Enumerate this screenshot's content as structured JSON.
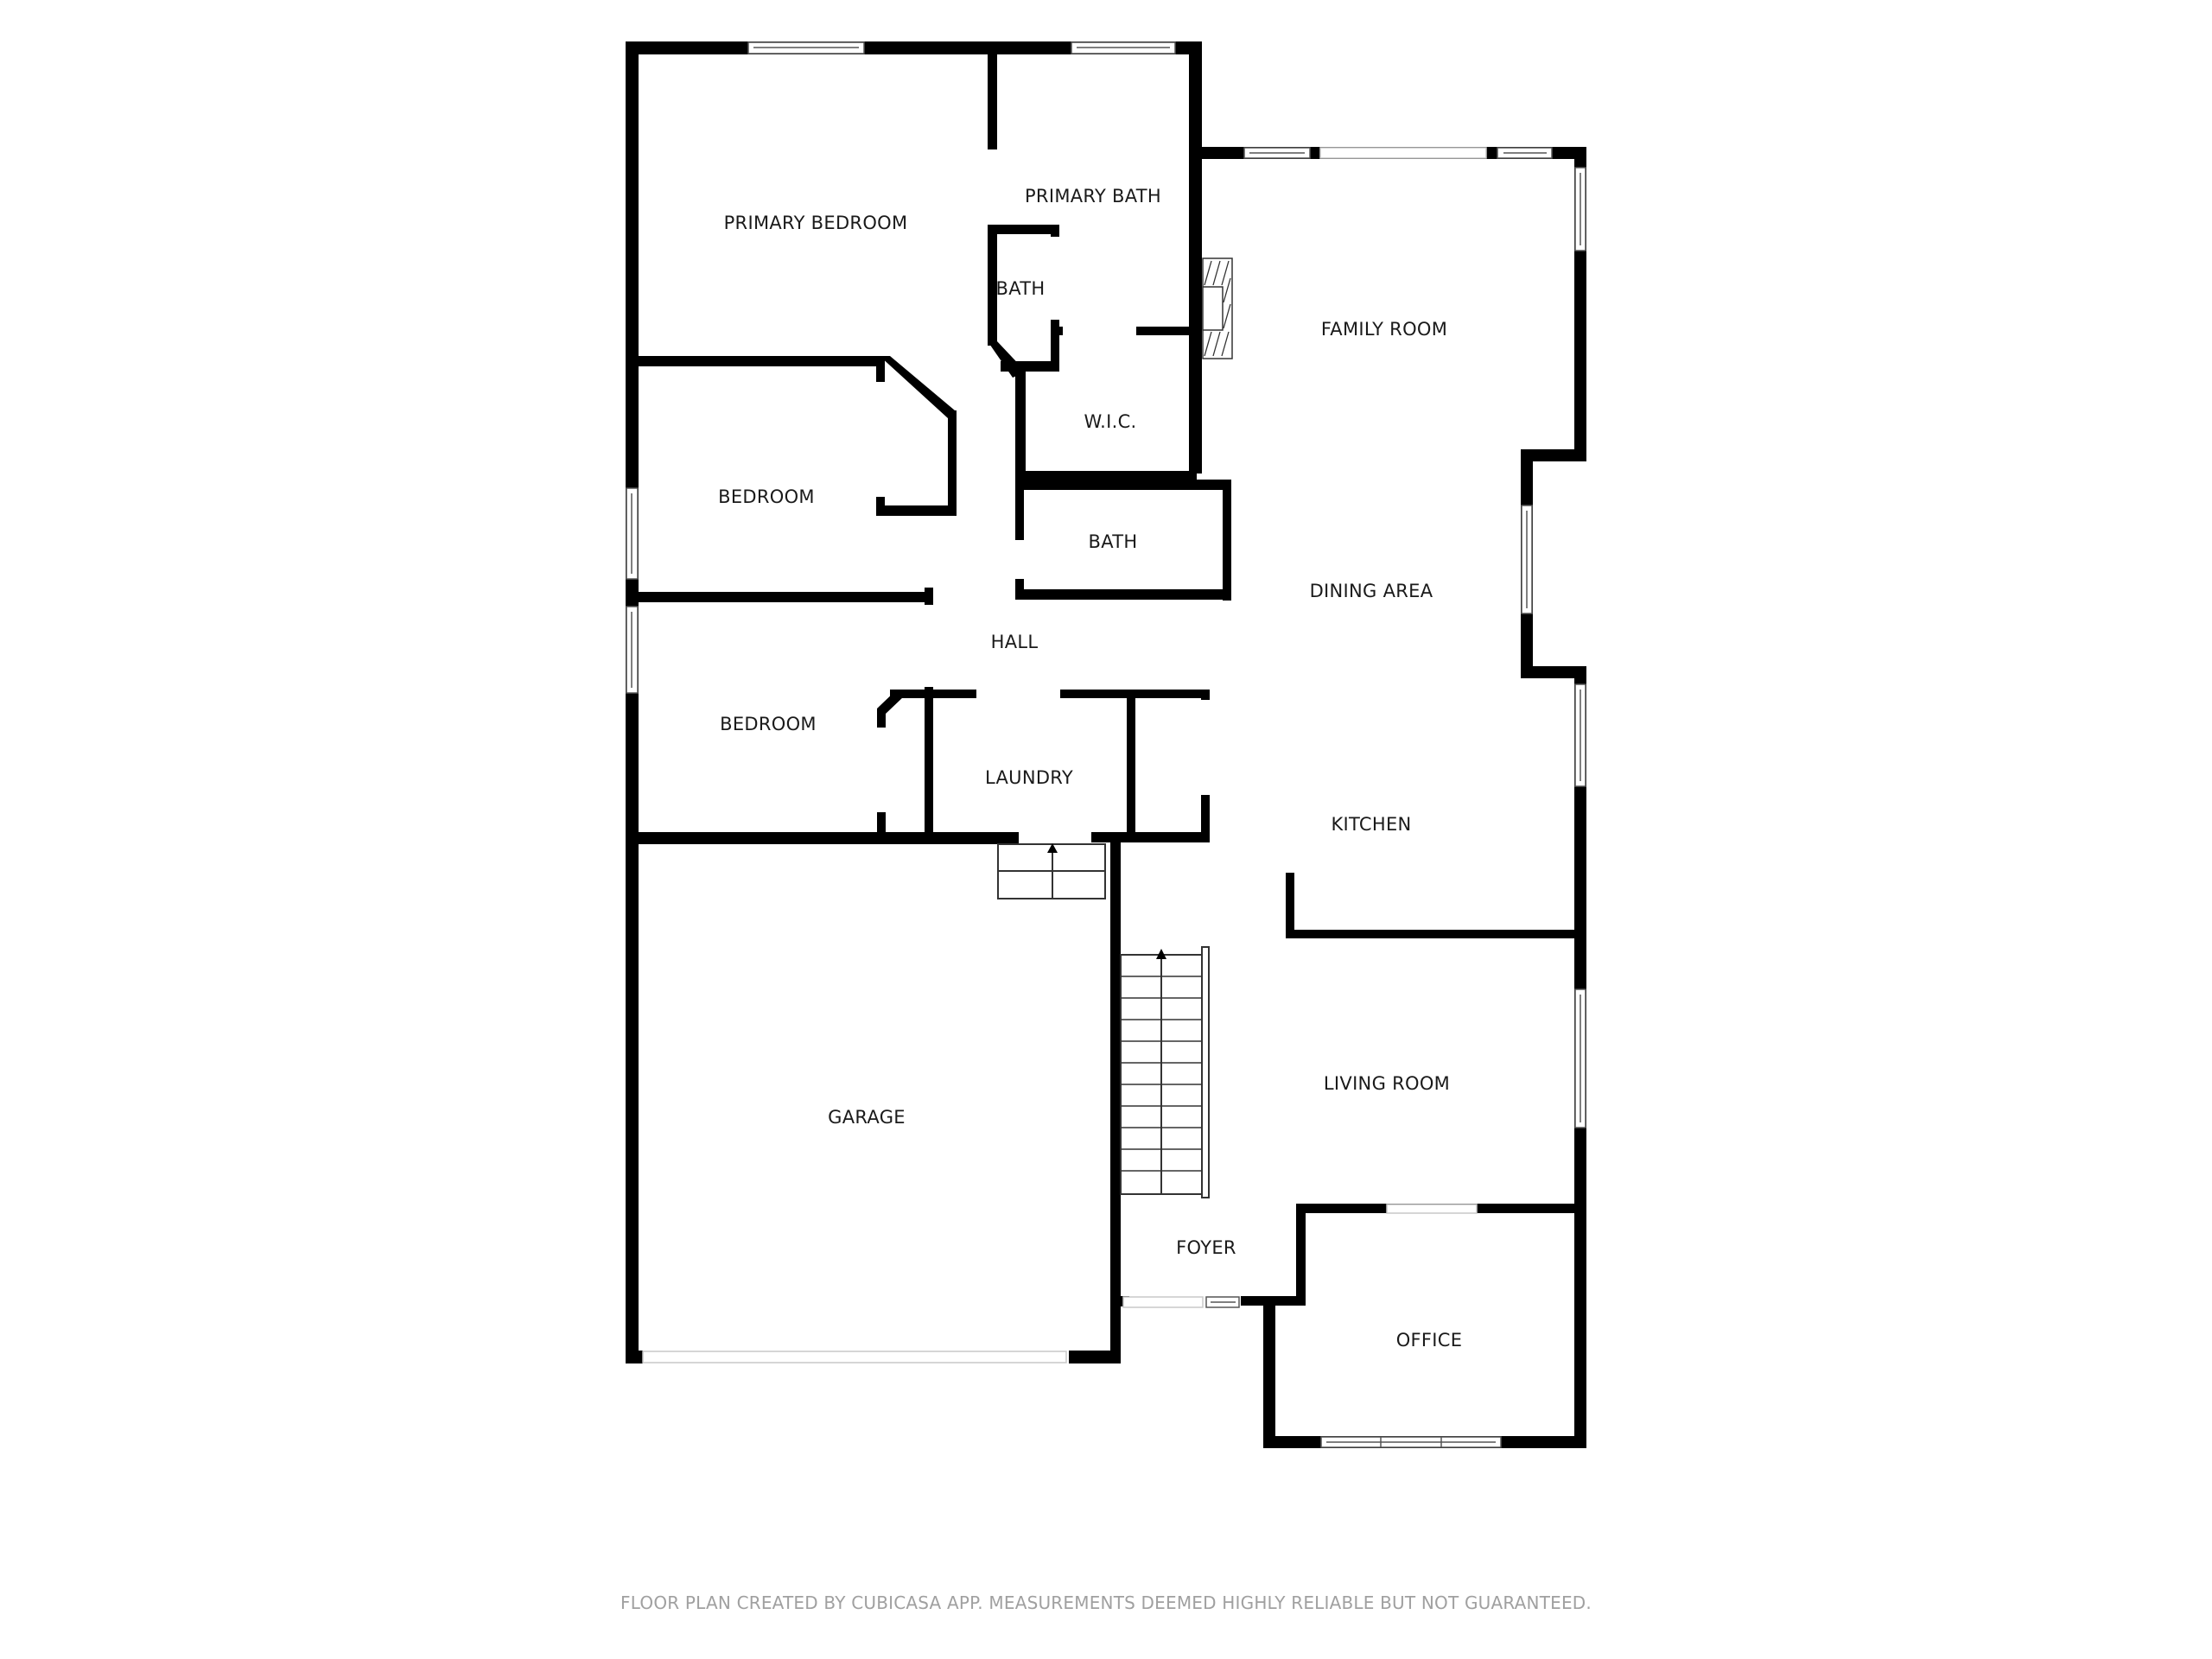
{
  "floor_plan": {
    "rooms": [
      {
        "id": "primary-bedroom",
        "label": "PRIMARY BEDROOM"
      },
      {
        "id": "primary-bath",
        "label": "PRIMARY BATH"
      },
      {
        "id": "bath-ensuite",
        "label": "BATH"
      },
      {
        "id": "wic",
        "label": "W.I.C."
      },
      {
        "id": "family-room",
        "label": "FAMILY ROOM"
      },
      {
        "id": "bedroom-1",
        "label": "BEDROOM"
      },
      {
        "id": "bath-hall",
        "label": "BATH"
      },
      {
        "id": "dining-area",
        "label": "DINING AREA"
      },
      {
        "id": "hall",
        "label": "HALL"
      },
      {
        "id": "bedroom-2",
        "label": "BEDROOM"
      },
      {
        "id": "laundry",
        "label": "LAUNDRY"
      },
      {
        "id": "kitchen",
        "label": "KITCHEN"
      },
      {
        "id": "living-room",
        "label": "LIVING ROOM"
      },
      {
        "id": "garage",
        "label": "GARAGE"
      },
      {
        "id": "foyer",
        "label": "FOYER"
      },
      {
        "id": "office",
        "label": "OFFICE"
      }
    ],
    "colors": {
      "wall": "#000000",
      "background": "#ffffff",
      "label": "#1a1a1a",
      "footer": "#a0a0a0"
    }
  },
  "footer": {
    "disclaimer": "FLOOR PLAN CREATED BY CUBICASA APP. MEASUREMENTS DEEMED HIGHLY RELIABLE BUT NOT GUARANTEED."
  }
}
